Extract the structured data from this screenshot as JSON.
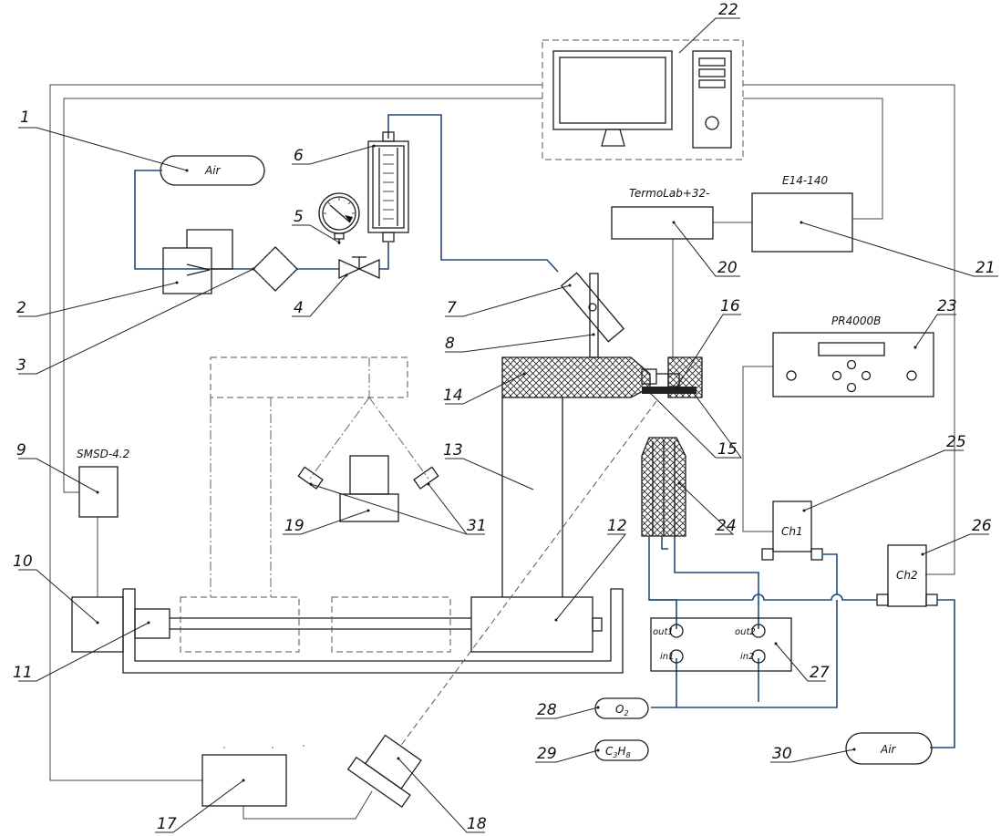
{
  "labels": {
    "n1": "1",
    "n2": "2",
    "n3": "3",
    "n4": "4",
    "n5": "5",
    "n6": "6",
    "n7": "7",
    "n8": "8",
    "n9": "9",
    "n10": "10",
    "n11": "11",
    "n12": "12",
    "n13": "13",
    "n14": "14",
    "n15": "15",
    "n16": "16",
    "n17": "17",
    "n18": "18",
    "n19": "19",
    "n20": "20",
    "n21": "21",
    "n22": "22",
    "n23": "23",
    "n24": "24",
    "n25": "25",
    "n26": "26",
    "n27": "27",
    "n28": "28",
    "n29": "29",
    "n30": "30",
    "n31": "31"
  },
  "devices": {
    "air_top": "Air",
    "air_bottom": "Air",
    "smsd": "SMSD-4.2",
    "termolab": "TermoLab+32-",
    "e14": "E14-140",
    "pr4000b": "PR4000B",
    "ch1": "Ch1",
    "ch2": "Ch2",
    "out1": "out1",
    "out2": "out2",
    "in1": "in1",
    "in2": "in2",
    "o2_main": "O",
    "o2_sub": "2",
    "c3h8_c": "C",
    "c3h8_3": "3",
    "c3h8_h": "H",
    "c3h8_8": "8"
  },
  "colors": {
    "pipe": "#1f4b78",
    "line": "#1c1c1c",
    "signal": "#444444"
  }
}
